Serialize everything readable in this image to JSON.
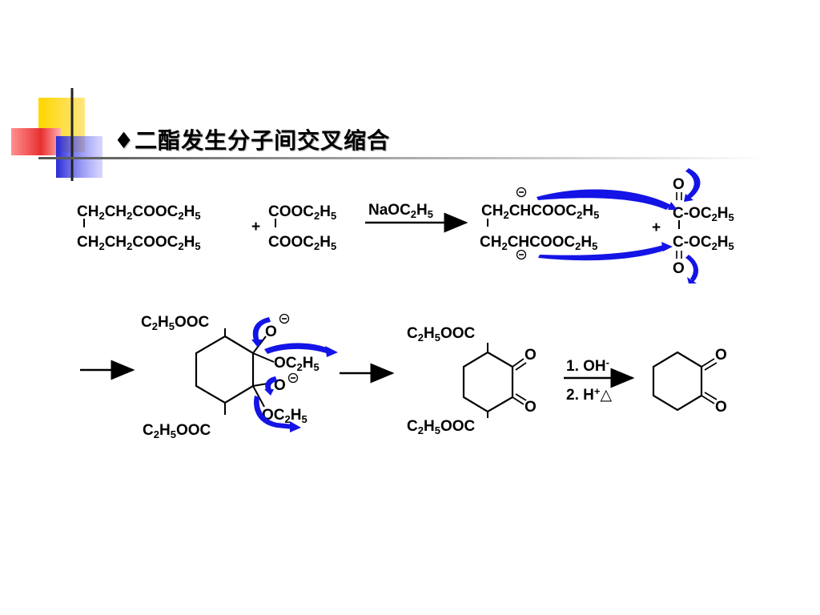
{
  "slide": {
    "title_bullet": "♦",
    "title": "二酯发生分子间交叉缩合"
  },
  "reaction1": {
    "diester_top": [
      "CH",
      "2",
      "CH",
      "2",
      "COOC",
      "2",
      "H",
      "5"
    ],
    "diester_bottom": [
      "CH",
      "2",
      "CH",
      "2",
      "COOC",
      "2",
      "H",
      "5"
    ],
    "plus1": "+",
    "oxalate_top": [
      "COOC",
      "2",
      "H",
      "5"
    ],
    "oxalate_bottom": [
      "COOC",
      "2",
      "H",
      "5"
    ],
    "reagent": [
      "NaOC",
      "2",
      "H",
      "5"
    ],
    "enolate_top": [
      "CH",
      "2",
      "CHCOOC",
      "2",
      "H",
      "5"
    ],
    "enolate_bottom": [
      "CH",
      "2",
      "CHCOOC",
      "2",
      "H",
      "5"
    ],
    "charge_symbol": "−",
    "plus2": "+",
    "oxalyl_O_top": "O",
    "oxalyl_C_top": [
      "C-OC",
      "2",
      "H",
      "5"
    ],
    "oxalyl_C_bottom": [
      "C-OC",
      "2",
      "H",
      "5"
    ],
    "oxalyl_O_bottom": "O"
  },
  "reaction2": {
    "ring_sub_top": [
      "C",
      "2",
      "H",
      "5",
      "OOC"
    ],
    "ring_sub_bottom": [
      "C",
      "2",
      "H",
      "5",
      "OOC"
    ],
    "alkoxide_O1": "O",
    "leaving_group_1": [
      "OC",
      "2",
      "H",
      "5"
    ],
    "alkoxide_O2": "O",
    "leaving_group_2": [
      "OC",
      "2",
      "H",
      "5"
    ],
    "product_sub_top": [
      "C",
      "2",
      "H",
      "5",
      "OOC"
    ],
    "product_sub_bottom": [
      "C",
      "2",
      "H",
      "5",
      "OOC"
    ],
    "product_O1": "O",
    "product_O2": "O",
    "step1": [
      "1. OH",
      "-"
    ],
    "step2": [
      "2. H",
      "+",
      "△"
    ],
    "final_O1": "O",
    "final_O2": "O"
  },
  "colors": {
    "arrow_blue": "#1414e6",
    "text": "#000000",
    "deco_yellow": "#ffd700",
    "deco_red": "#f04040",
    "deco_blue": "#3535d8"
  }
}
